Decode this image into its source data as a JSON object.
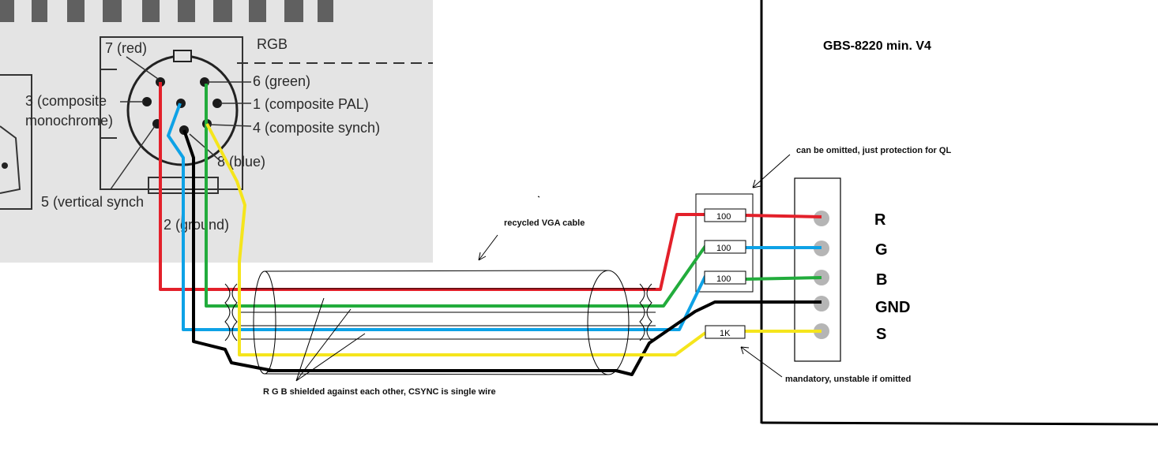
{
  "board": {
    "title": "GBS-8220 min. V4",
    "pins": [
      "R",
      "G",
      "B",
      "GND",
      "S"
    ]
  },
  "connector": {
    "header": "RGB",
    "labels": {
      "pin7": "7 (red)",
      "pin6": "6 (green)",
      "pin3_line1": "3 (composite",
      "pin3_line2": "monochrome)",
      "pin1": "1 (composite PAL)",
      "pin4": "4 (composite synch)",
      "pin8": "8 (blue)",
      "pin5": "5 (vertical synch",
      "pin2": "2 (ground)"
    }
  },
  "resistors": {
    "r": "100",
    "g": "100",
    "b": "100",
    "s": "1K"
  },
  "notes": {
    "vga_cable": "recycled VGA cable",
    "protection": "can be omitted, just protection for QL",
    "mandatory": "mandatory, unstable if omitted",
    "shielded": "R G B shielded  against each other, CSYNC is single wire"
  },
  "wire_colors": {
    "red": "#e3202a",
    "green": "#22ac3c",
    "blue": "#0ea2e6",
    "black": "#000000",
    "yellow": "#f5e51c"
  }
}
